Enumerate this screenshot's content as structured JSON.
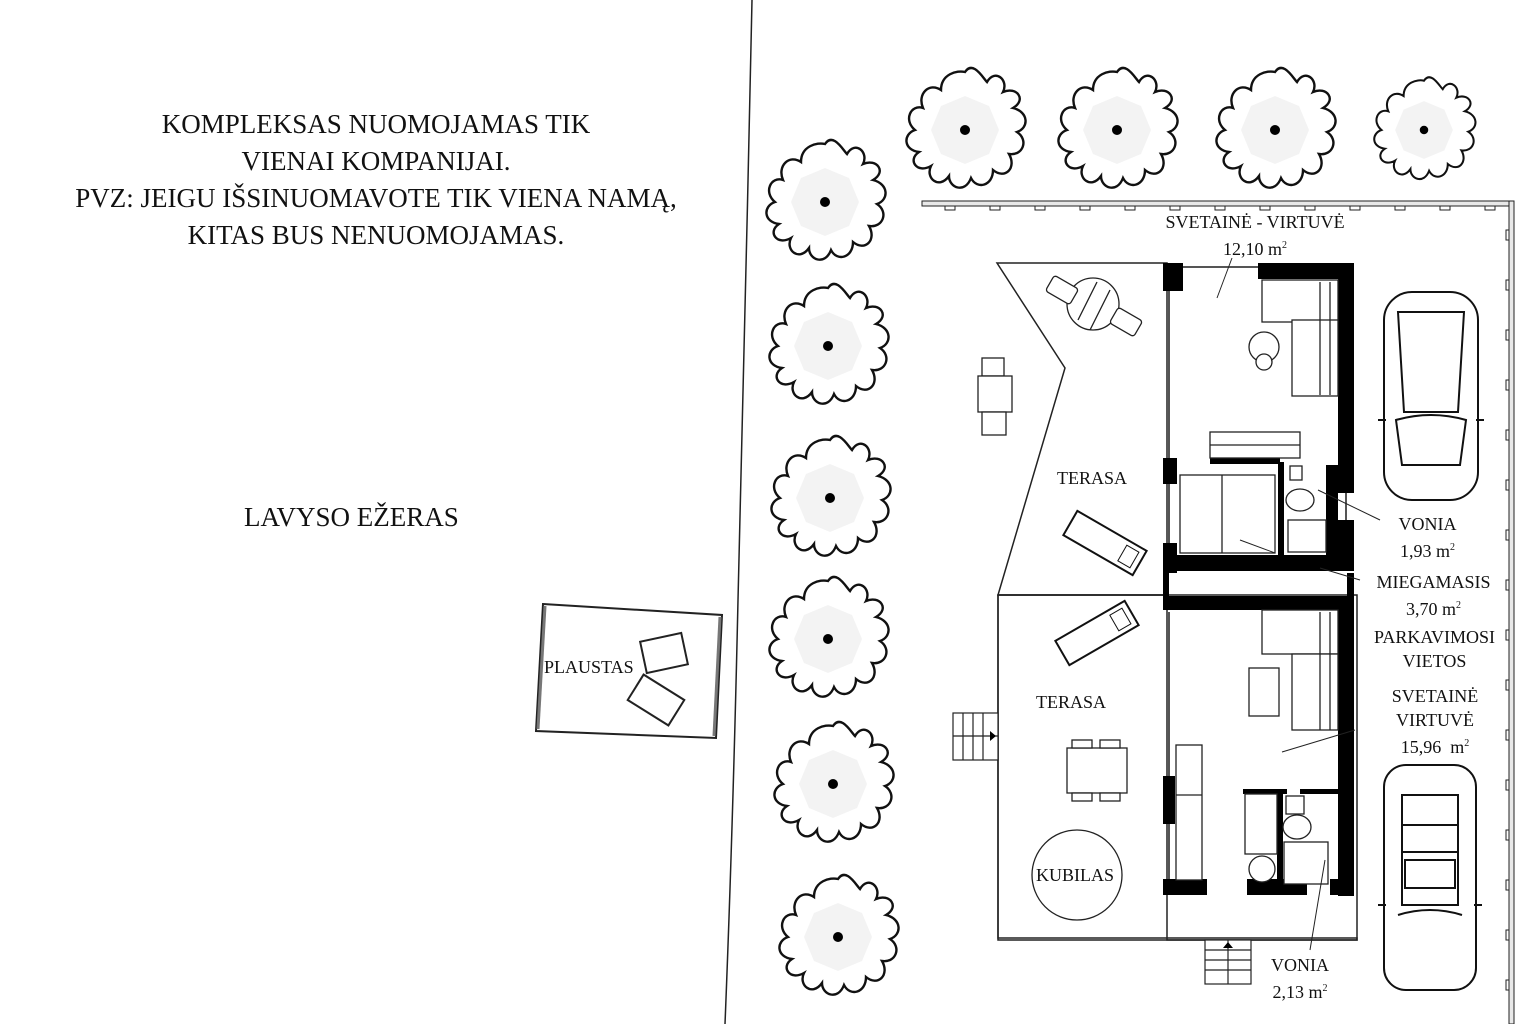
{
  "notice": {
    "lines": [
      "KOMPLEKSAS NUOMOJAMAS TIK",
      "VIENAI KOMPANIJAI.",
      "PVZ: JEIGU IŠSINUOMAVOTE TIK VIENA NAMĄ,",
      "KITAS BUS NENUOMOJAMAS."
    ]
  },
  "lake": {
    "label": "LAVYSO EŽERAS"
  },
  "raft": {
    "label": "PLAUSTAS"
  },
  "house1": {
    "living": {
      "name": "SVETAINĖ - VIRTUVĖ",
      "area": "12,10 m",
      "unit_sup": "2"
    },
    "bath": {
      "name": "VONIA",
      "area": "1,93 m",
      "unit_sup": "2"
    },
    "bedroom": {
      "name": "MIEGAMASIS",
      "area": "3,70 m",
      "unit_sup": "2"
    },
    "terrace": {
      "name": "TERASA"
    }
  },
  "house2": {
    "living": {
      "name1": "SVETAINĖ",
      "name2": "VIRTUVĖ",
      "area": "15,96  m",
      "unit_sup": "2"
    },
    "bath": {
      "name": "VONIA",
      "area": "2,13 m",
      "unit_sup": "2"
    },
    "terrace": {
      "name": "TERASA"
    },
    "hot_tub": {
      "name": "KUBILAS"
    }
  },
  "parking": {
    "line1": "PARKAVIMOSI",
    "line2": "VIETOS"
  },
  "colors": {
    "wall": "#000000",
    "line": "#111111",
    "tree_center": "#f2f2f2",
    "fence": "#dddddd"
  }
}
